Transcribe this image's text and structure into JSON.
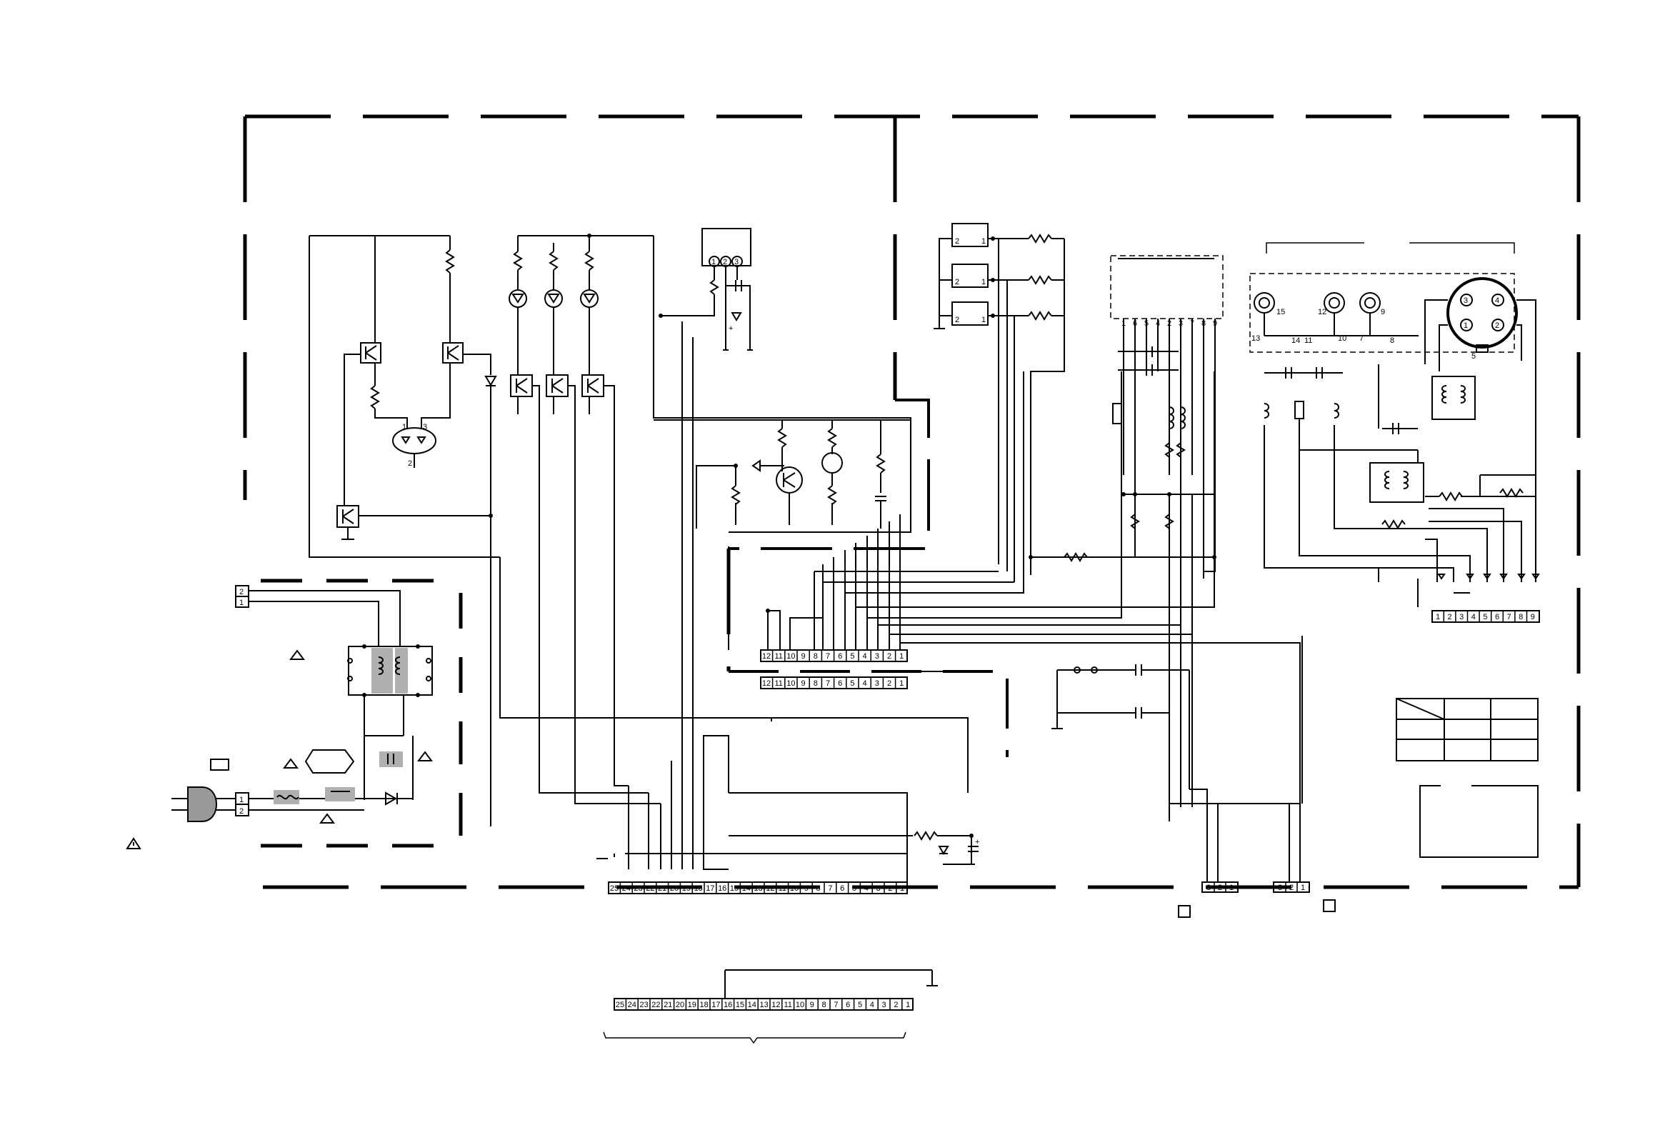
{
  "connectors": {
    "main_top_pins": [
      "12",
      "11",
      "10",
      "9",
      "8",
      "7",
      "6",
      "5",
      "4",
      "3",
      "2",
      "1"
    ],
    "main_bottom_pins": [
      "12",
      "11",
      "10",
      "9",
      "8",
      "7",
      "6",
      "5",
      "4",
      "3",
      "2",
      "1"
    ],
    "bus_pins": [
      "25",
      "24",
      "23",
      "22",
      "21",
      "20",
      "19",
      "18",
      "17",
      "16",
      "15",
      "14",
      "13",
      "12",
      "11",
      "10",
      "9",
      "8",
      "7",
      "6",
      "5",
      "4",
      "3",
      "2",
      "1"
    ],
    "right_pins": [
      "1",
      "2",
      "3",
      "4",
      "5",
      "6",
      "7",
      "8",
      "9"
    ],
    "small_a": [
      "3",
      "2",
      "1"
    ],
    "small_b": [
      "3",
      "2",
      "1"
    ],
    "power_pins": [
      "1",
      "2"
    ],
    "top_power_pins": [
      "2",
      "1"
    ],
    "sensor_pins": [
      "1",
      "2",
      "3"
    ],
    "switch_pins": [
      "2",
      "1"
    ],
    "ic_pins": [
      "1",
      "6",
      "5",
      "4",
      "2",
      "3",
      "7",
      "8",
      "9"
    ],
    "jack_labels": [
      "15",
      "12",
      "9",
      "13",
      "14",
      "11",
      "10",
      "7",
      "8"
    ],
    "din_pins": [
      "3",
      "4",
      "1",
      "2",
      "5"
    ],
    "opto_pins": [
      "1",
      "3",
      "2"
    ]
  }
}
